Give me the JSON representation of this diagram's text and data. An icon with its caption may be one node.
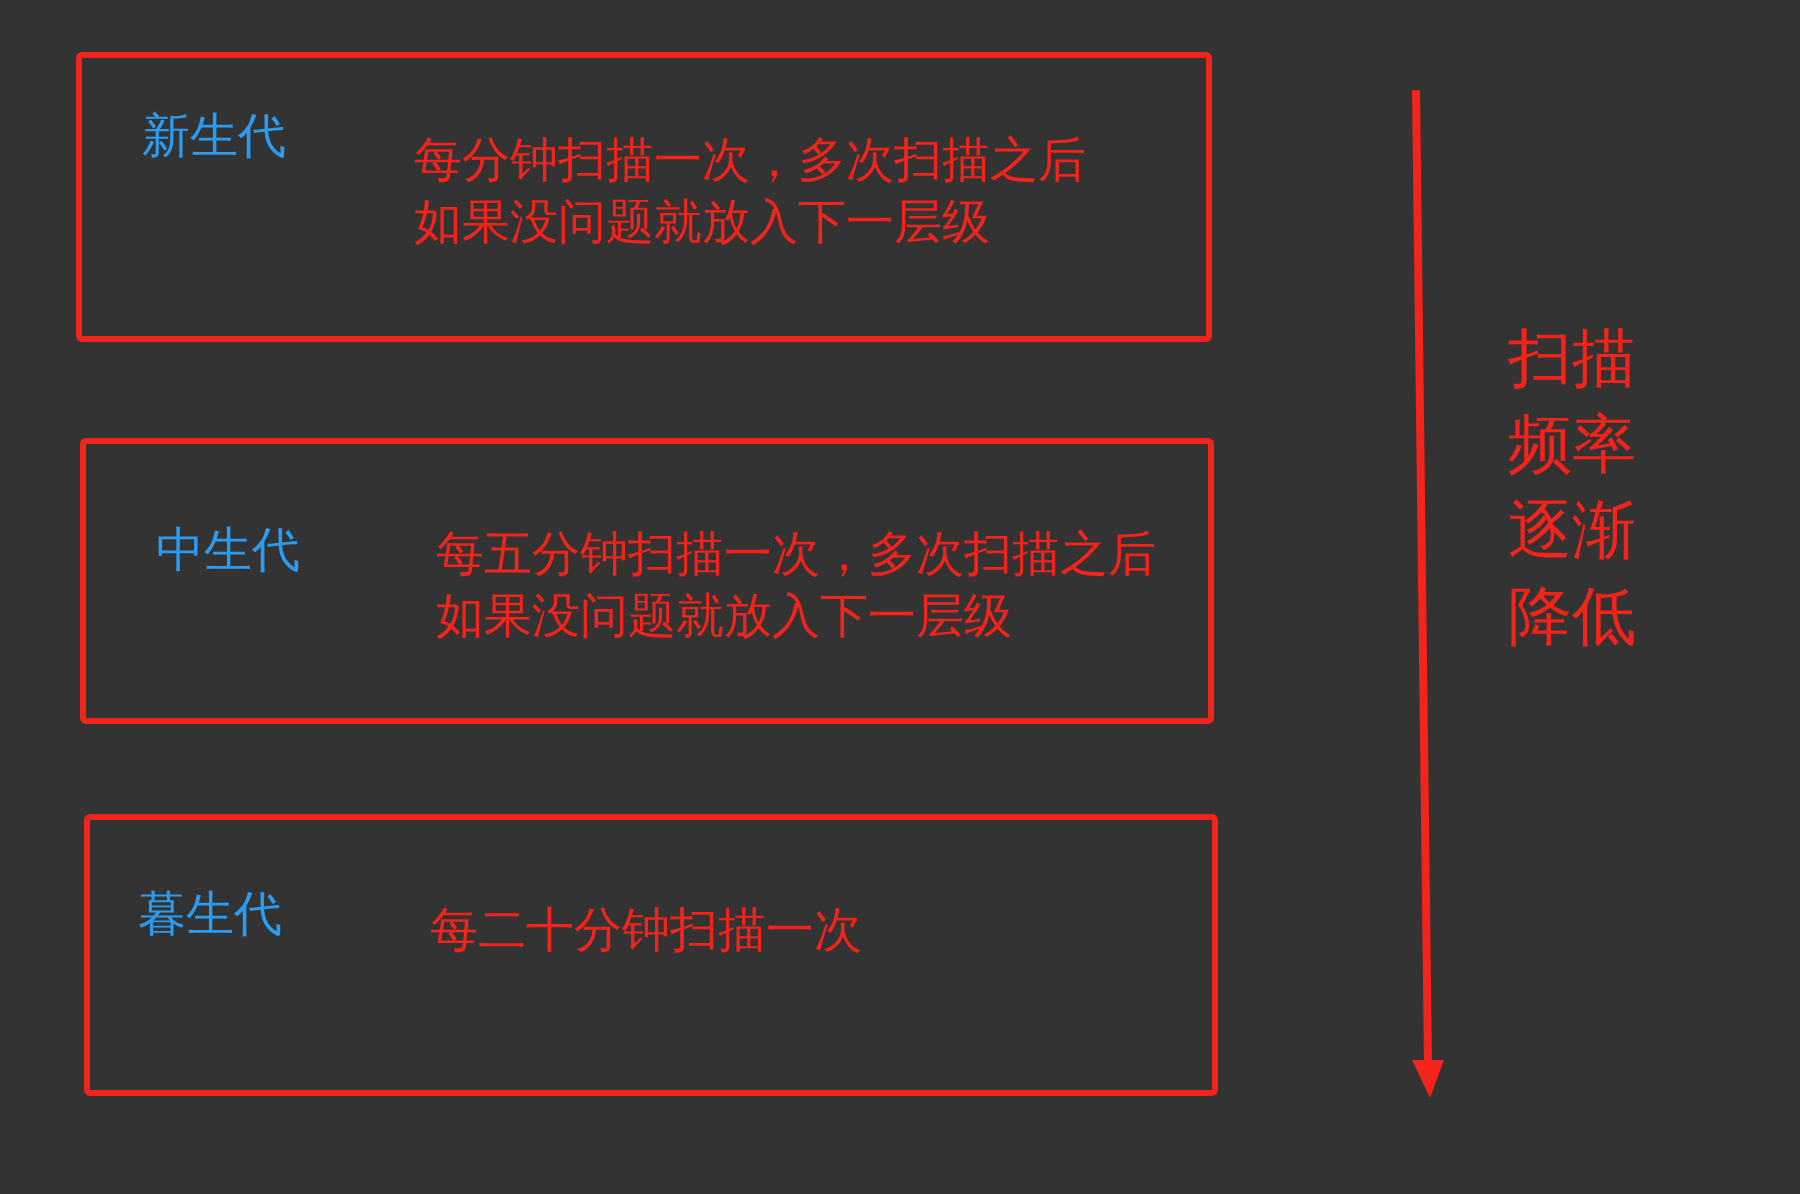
{
  "diagram": {
    "nodes": [
      {
        "text": [
          "新生代",
          "每分钟扫描一次，多次扫描之后如果没问题就放入下一层级"
        ]
      },
      {
        "text": [
          "中生代",
          "每五分钟扫描一次，多次扫描之后如果没问题就放入下一层级"
        ]
      },
      {
        "text": [
          "暮生代",
          "每二十分钟扫描一次"
        ]
      }
    ],
    "labels": [
      "扫描频率逐渐降低"
    ]
  }
}
